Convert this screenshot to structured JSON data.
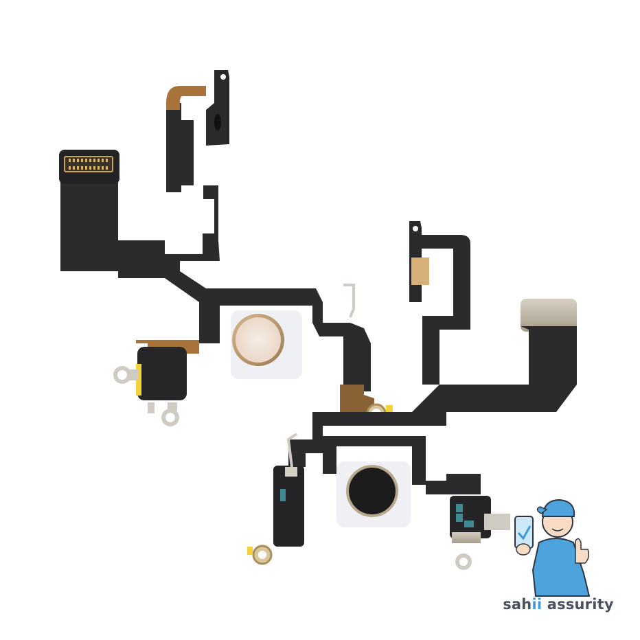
{
  "image": {
    "description": "Product photo of two smartphone flashlight / microphone flex cables on a white background",
    "background": "#ffffff"
  },
  "colors": {
    "flex_black": "#2b2b2d",
    "flex_dark": "#1f1f21",
    "copper": "#a8743c",
    "gold_contacts": "#c9a55a",
    "metal_bracket": "#cfcbc3",
    "flash_ring_gold": "#b8956a",
    "flash_lens_light": "#f2e6dc",
    "flash_lens_dark": "#1c1c1c",
    "yellow_tape": "#f1d23a",
    "brand_gray": "#4a5060",
    "brand_blue": "#3d9ad8",
    "mascot_shirt": "#4fa3dc"
  },
  "products": [
    {
      "name": "flex-cable-left",
      "flash_lens": "light/translucent",
      "has_board_connector": true
    },
    {
      "name": "flex-cable-right",
      "flash_lens": "dark",
      "has_metal_shield_pad": true
    }
  ],
  "watermark": {
    "brand_part1": "sah",
    "brand_part2": "ii",
    "brand_part3": " assurity",
    "mascot": "technician with blue cap holding phone with checkmark and giving thumbs up"
  }
}
